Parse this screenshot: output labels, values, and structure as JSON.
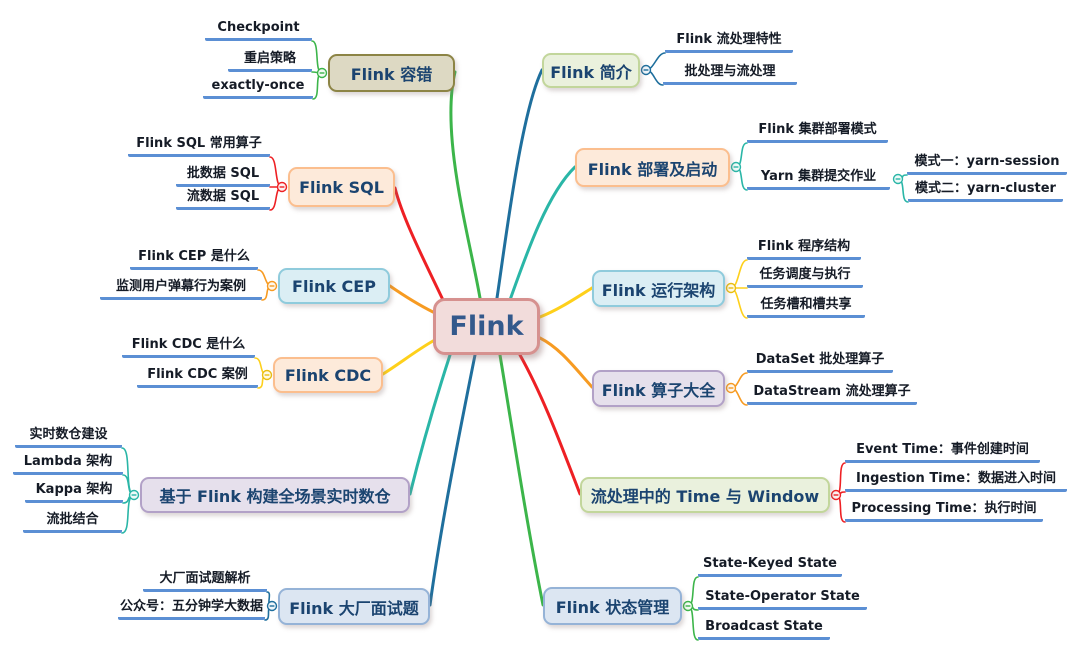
{
  "root": {
    "label": "Flink"
  },
  "colors": {
    "green": "#3cb54a",
    "red": "#ee2024",
    "orange": "#f79b22",
    "yellow": "#fed01b",
    "teal": "#2ab6a7",
    "steel_blue": "#1f6f9d",
    "underline": "#5b8fd4"
  },
  "branches": [
    {
      "label": "Flink 容错",
      "color": "#3cb54a",
      "side": "left",
      "children": [
        {
          "label": "Checkpoint"
        },
        {
          "label": "重启策略"
        },
        {
          "label": "exactly-once"
        }
      ]
    },
    {
      "label": "Flink SQL",
      "color": "#ee2024",
      "side": "left",
      "children": [
        {
          "label": "Flink SQL 常用算子"
        },
        {
          "label": "批数据 SQL"
        },
        {
          "label": "流数据 SQL"
        }
      ]
    },
    {
      "label": "Flink CEP",
      "color": "#f79b22",
      "side": "left",
      "children": [
        {
          "label": "Flink CEP 是什么"
        },
        {
          "label": "监测用户弹幕行为案例"
        }
      ]
    },
    {
      "label": "Flink CDC",
      "color": "#fed01b",
      "side": "left",
      "children": [
        {
          "label": "Flink CDC 是什么"
        },
        {
          "label": "Flink CDC 案例"
        }
      ]
    },
    {
      "label": "基于 Flink 构建全场景实时数仓",
      "color": "#2ab6a7",
      "side": "left",
      "children": [
        {
          "label": "实时数仓建设"
        },
        {
          "label": "Lambda 架构"
        },
        {
          "label": "Kappa 架构"
        },
        {
          "label": "流批结合"
        }
      ]
    },
    {
      "label": "Flink 大厂面试题",
      "color": "#1f6f9d",
      "side": "left",
      "children": [
        {
          "label": "大厂面试题解析"
        },
        {
          "label": "公众号：五分钟学大数据"
        }
      ]
    },
    {
      "label": "Flink 简介",
      "color": "#1f6f9d",
      "side": "right",
      "children": [
        {
          "label": "Flink 流处理特性"
        },
        {
          "label": "批处理与流处理"
        }
      ]
    },
    {
      "label": "Flink 部署及启动",
      "color": "#2ab6a7",
      "side": "right",
      "children": [
        {
          "label": "Flink 集群部署模式"
        },
        {
          "label": "Yarn 集群提交作业",
          "children": [
            {
              "label": "模式一：yarn-session"
            },
            {
              "label": "模式二：yarn-cluster"
            }
          ]
        }
      ]
    },
    {
      "label": "Flink 运行架构",
      "color": "#fed01b",
      "side": "right",
      "children": [
        {
          "label": "Flink 程序结构"
        },
        {
          "label": "任务调度与执行"
        },
        {
          "label": "任务槽和槽共享"
        }
      ]
    },
    {
      "label": "Flink 算子大全",
      "color": "#f79b22",
      "side": "right",
      "children": [
        {
          "label": "DataSet 批处理算子"
        },
        {
          "label": "DataStream 流处理算子"
        }
      ]
    },
    {
      "label": "流处理中的 Time 与 Window",
      "color": "#ee2024",
      "side": "right",
      "children": [
        {
          "label": "Event Time：事件创建时间"
        },
        {
          "label": "Ingestion Time：数据进入时间"
        },
        {
          "label": "Processing Time：执行时间"
        }
      ]
    },
    {
      "label": "Flink 状态管理",
      "color": "#3cb54a",
      "side": "right",
      "children": [
        {
          "label": "State-Keyed State"
        },
        {
          "label": "State-Operator State"
        },
        {
          "label": "Broadcast State"
        }
      ]
    }
  ]
}
